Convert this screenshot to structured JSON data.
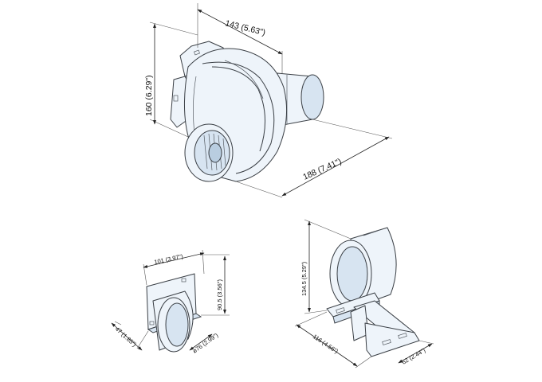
{
  "dimensions": {
    "blower_width": "143 (5.63\")",
    "blower_height": "160 (6.29\")",
    "blower_length": "188 (7.41\")",
    "flange_width": "101 (3.97\")",
    "flange_height": "90.5 (3.56\")",
    "flange_depth": "47 (1.85\")",
    "flange_diameter": "ø76 (2.99\")",
    "bracket_height": "134.5 (5.29\")",
    "bracket_width": "116 (4.56\")",
    "bracket_depth": "62 (2.44\")"
  },
  "colors": {
    "body_fill": "#eef4fa",
    "body_shade": "#d7e4f1",
    "outline": "#3a3f45"
  }
}
